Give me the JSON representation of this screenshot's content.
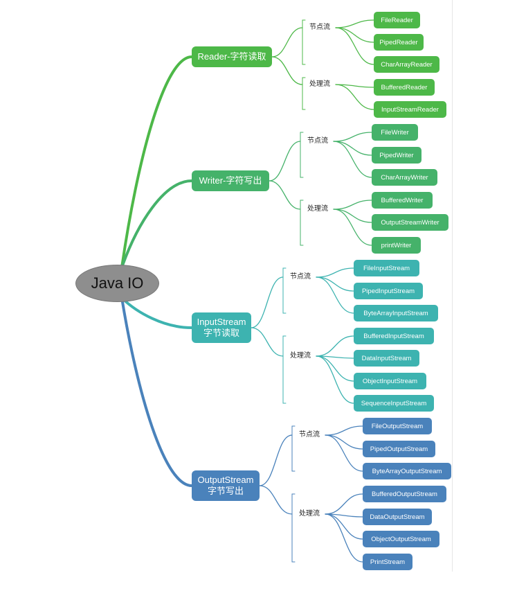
{
  "root": {
    "label": "Java IO"
  },
  "categories": [
    {
      "id": "reader",
      "label_lines": [
        "Reader-字符读取"
      ],
      "color": "#4db848",
      "groups": [
        {
          "label": "节点流",
          "items": [
            "FileReader",
            "PipedReader",
            "CharArrayReader"
          ]
        },
        {
          "label": "处理流",
          "items": [
            "BufferedReader",
            "InputStreamReader"
          ]
        }
      ]
    },
    {
      "id": "writer",
      "label_lines": [
        "Writer-字符写出"
      ],
      "color": "#45b26a",
      "groups": [
        {
          "label": "节点流",
          "items": [
            "FileWriter",
            "PipedWriter",
            "CharArrayWriter"
          ]
        },
        {
          "label": "处理流",
          "items": [
            "BufferedWriter",
            "OutputStreamWriter",
            "printWriter"
          ]
        }
      ]
    },
    {
      "id": "inputstream",
      "label_lines": [
        "InputStream",
        "字节读取"
      ],
      "color": "#3db3b0",
      "groups": [
        {
          "label": "节点流",
          "items": [
            "FileInputStream",
            "PipedInputStream",
            "ByteArrayInputStream"
          ]
        },
        {
          "label": "处理流",
          "items": [
            "BufferedInputStream",
            "DataInputStream",
            "ObjectInputStream",
            "SequenceInputStream"
          ]
        }
      ]
    },
    {
      "id": "outputstream",
      "label_lines": [
        "OutputStream",
        "字节写出"
      ],
      "color": "#4a82bb",
      "groups": [
        {
          "label": "节点流",
          "items": [
            "FileOutputStream",
            "PipedOutputStream",
            "ByteArrayOutputStream"
          ]
        },
        {
          "label": "处理流",
          "items": [
            "BufferedOutputStream",
            "DataOutputStream",
            "ObjectOutputStream",
            "PrintStream"
          ]
        }
      ]
    }
  ]
}
